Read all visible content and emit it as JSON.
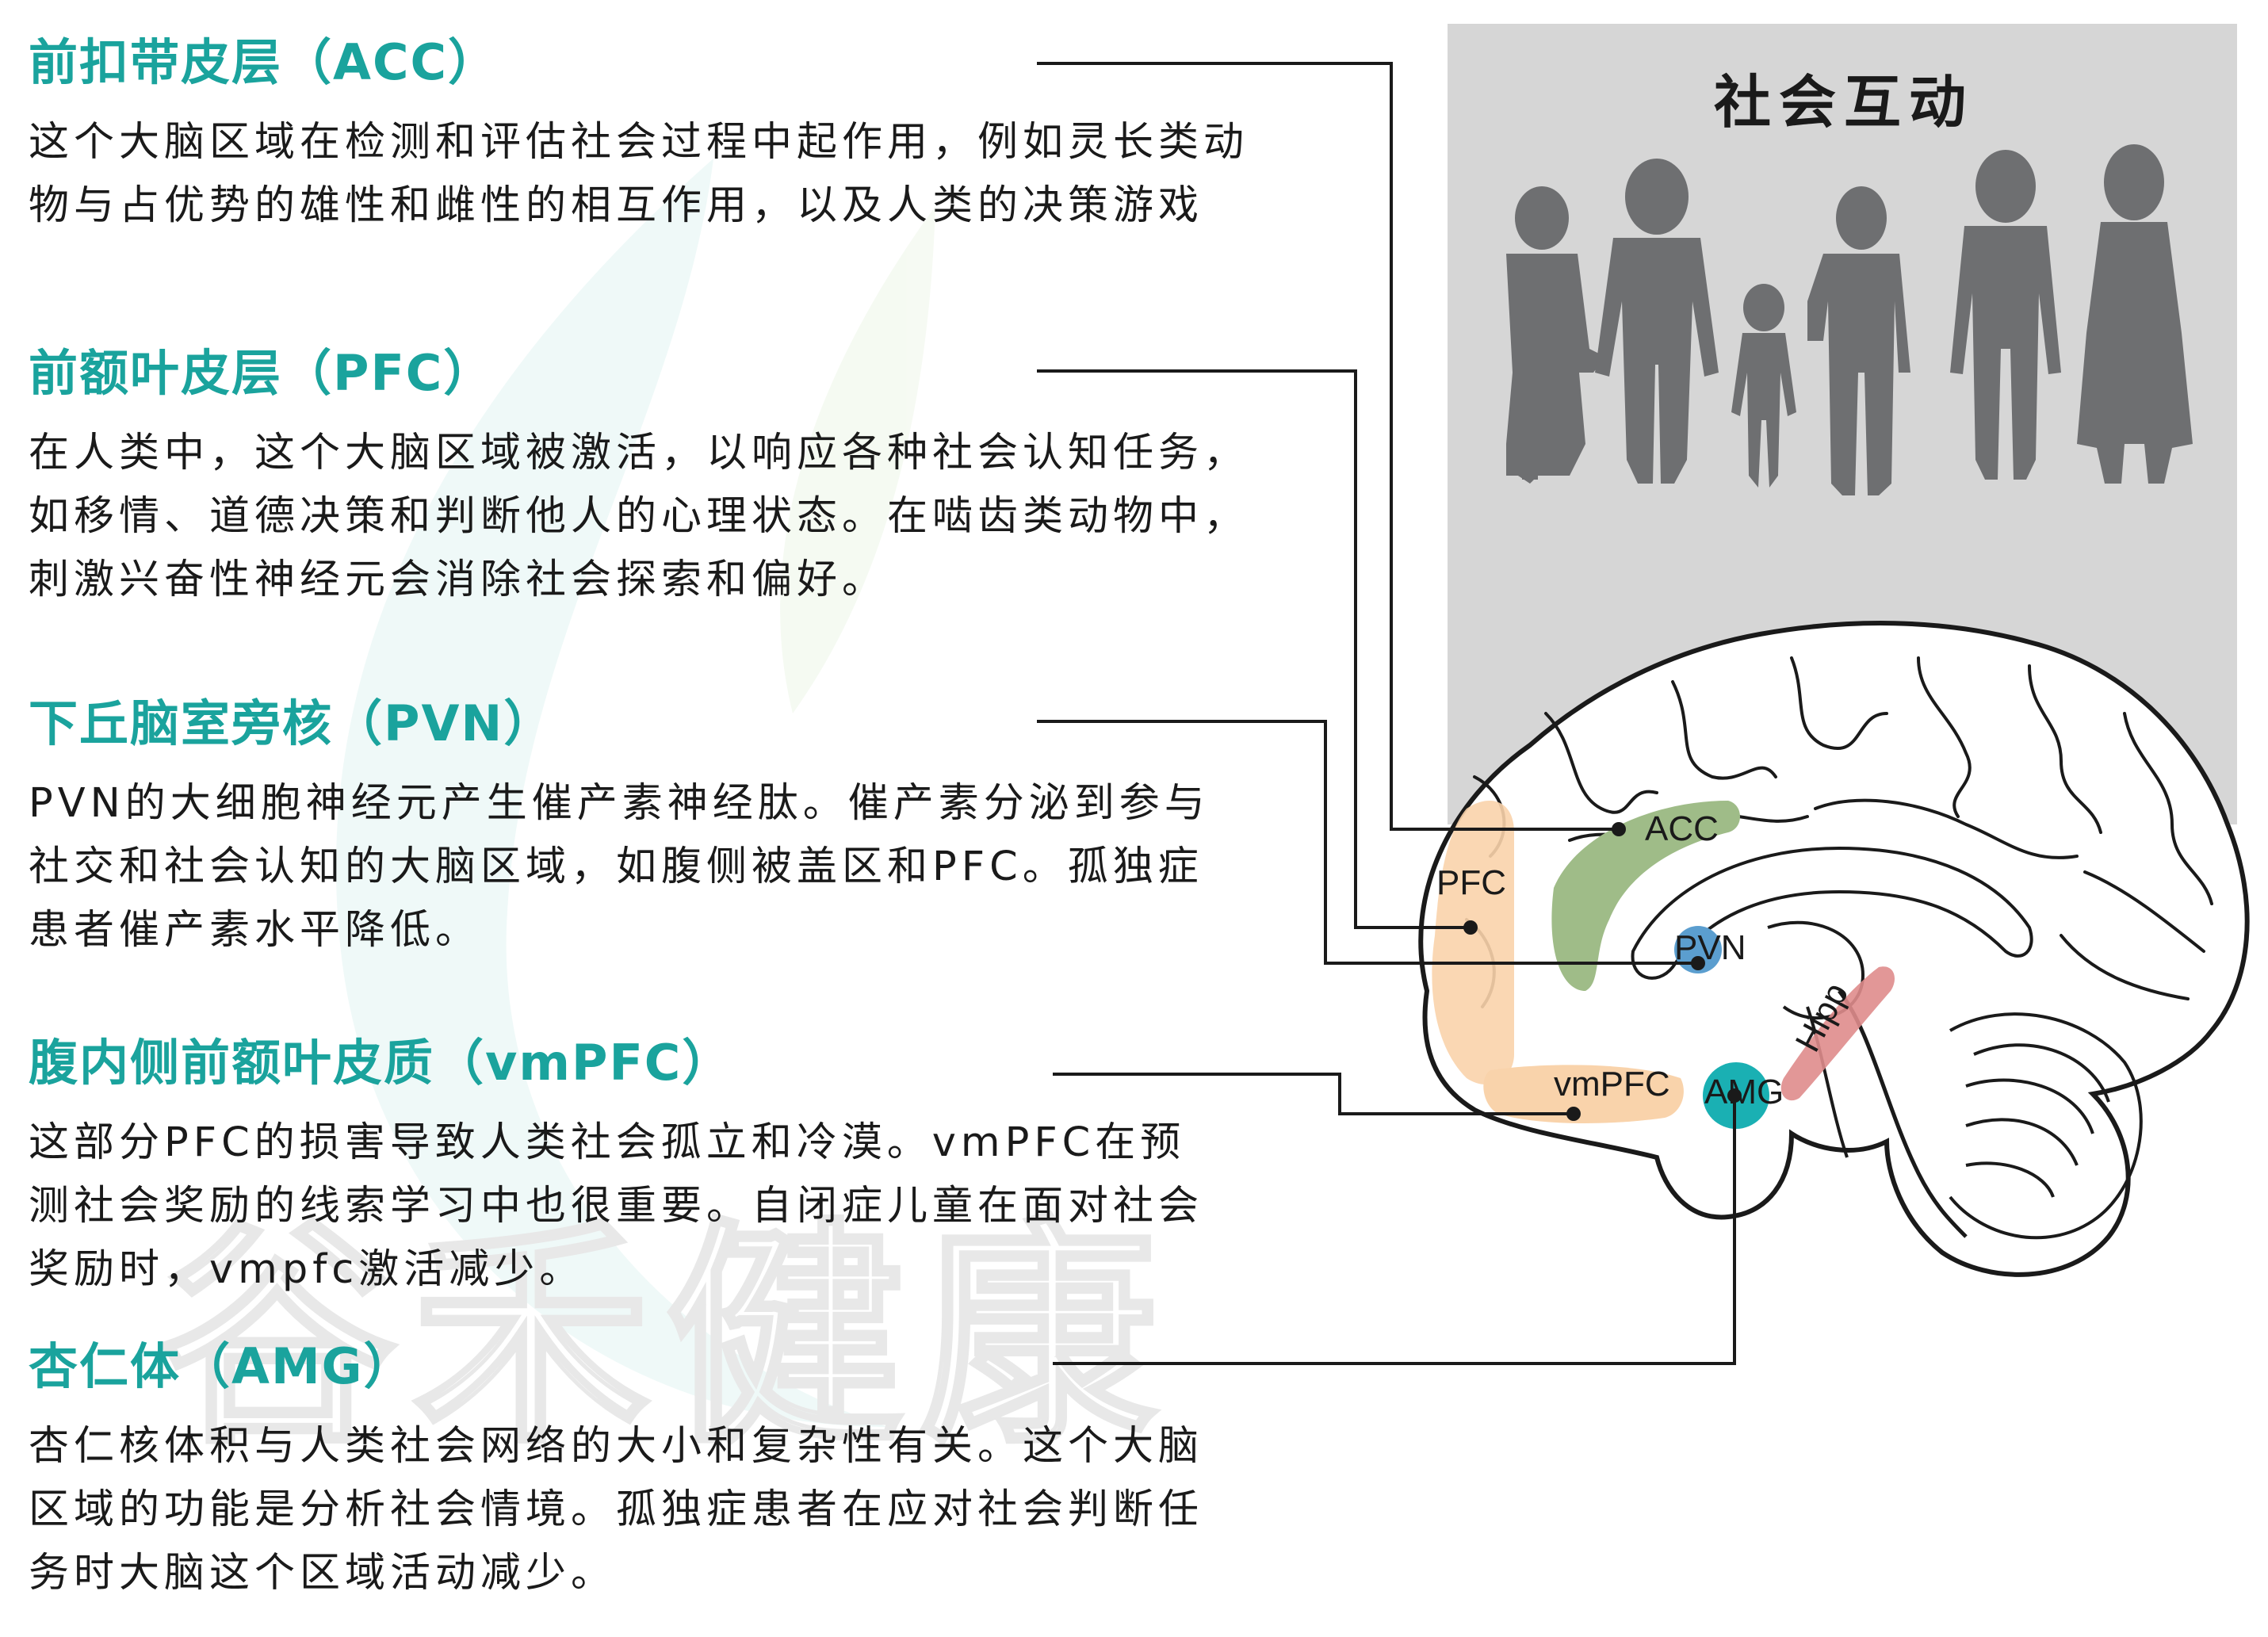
{
  "panel": {
    "title": "社会互动"
  },
  "regions": [
    {
      "heading": "前扣带皮层（ACC）",
      "body": "这个大脑区域在检测和评估社会过程中起作用，例如灵长类动\n物与占优势的雄性和雌性的相互作用，以及人类的决策游戏"
    },
    {
      "heading": "前额叶皮层（PFC）",
      "body": "在人类中，这个大脑区域被激活，以响应各种社会认知任务，\n如移情、道德决策和判断他人的心理状态。在啮齿类动物中，\n刺激兴奋性神经元会消除社会探索和偏好。"
    },
    {
      "heading": "下丘脑室旁核（PVN）",
      "body": "PVN的大细胞神经元产生催产素神经肽。催产素分泌到参与\n社交和社会认知的大脑区域，如腹侧被盖区和PFC。孤独症\n患者催产素水平降低。"
    },
    {
      "heading": "腹内侧前额叶皮质（vmPFC）",
      "body": "这部分PFC的损害导致人类社会孤立和冷漠。vmPFC在预\n测社会奖励的线索学习中也很重要。自闭症儿童在面对社会\n奖励时，vmpfc激活减少。"
    },
    {
      "heading": "杏仁体（AMG）",
      "body": "杏仁核体积与人类社会网络的大小和复杂性有关。这个大脑\n区域的功能是分析社会情境。孤独症患者在应对社会判断任\n务时大脑这个区域活动减少。"
    }
  ],
  "brain_labels": {
    "acc": "ACC",
    "pfc": "PFC",
    "pvn": "PVN",
    "vmpfc": "vmPFC",
    "amg": "AMG",
    "hipp": "Hipp"
  },
  "colors": {
    "heading": "#1aa39d",
    "panel_bg": "#d6d6d6",
    "silhouette": "#6e6f71",
    "pfc": "#f9d3ab",
    "acc": "#9fbc88",
    "pvn": "#5b9ecf",
    "amg": "#1ab0b3",
    "hipp": "#df8c8c"
  },
  "watermark": "谷禾健康"
}
